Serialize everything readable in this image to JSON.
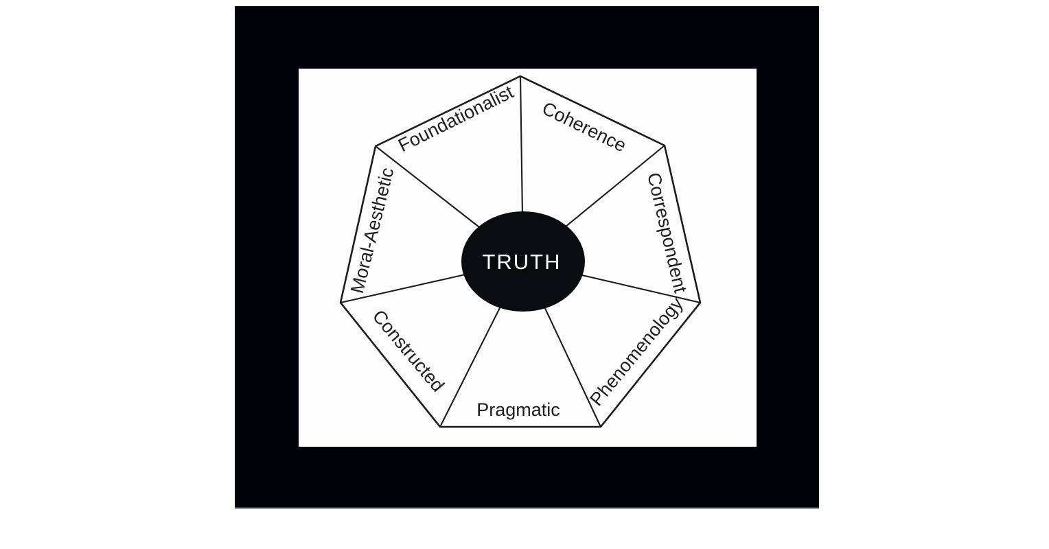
{
  "figure": {
    "title": "Theories of truth heptagon diagram",
    "center_label": "TRUTH",
    "labels": [
      {
        "text": "Foundationalist"
      },
      {
        "text": "Coherence"
      },
      {
        "text": "Correspondent"
      },
      {
        "text": "Phenomenology"
      },
      {
        "text": "Pragmatic"
      },
      {
        "text": "Constructed"
      },
      {
        "text": "Moral-Aesthetic"
      }
    ],
    "colors": {
      "frame": "#020308",
      "canvas": "#fdfdfe",
      "line": "#1c1c1c",
      "center_fill": "#0b0c10",
      "center_text": "#ffffff",
      "label_text": "#1f1f1f"
    }
  }
}
